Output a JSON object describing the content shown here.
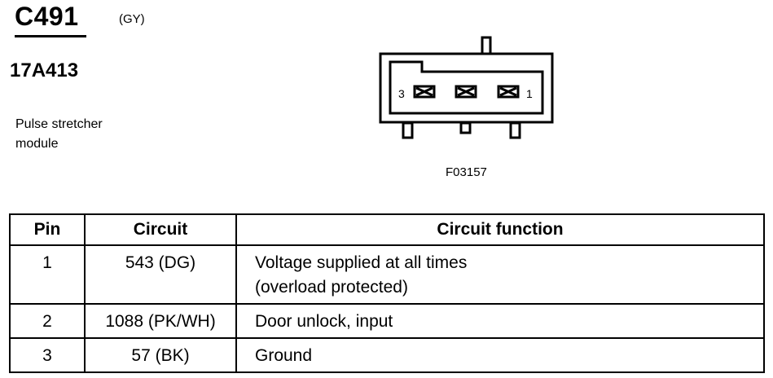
{
  "connector": {
    "id": "C491",
    "color_code": "(GY)",
    "part_number": "17A413",
    "component_name_lines": [
      "Pulse stretcher",
      "module"
    ]
  },
  "diagram": {
    "pin_label_left": "3",
    "pin_label_right": "1",
    "figure_code": "F03157"
  },
  "table": {
    "headers": {
      "pin": "Pin",
      "circuit": "Circuit",
      "function": "Circuit function"
    },
    "rows": [
      {
        "pin": "1",
        "circuit": "543 (DG)",
        "function_lines": [
          "Voltage supplied at all times",
          "(overload protected)"
        ]
      },
      {
        "pin": "2",
        "circuit": "1088 (PK/WH)",
        "function_lines": [
          "Door unlock, input"
        ]
      },
      {
        "pin": "3",
        "circuit": "57 (BK)",
        "function_lines": [
          "Ground"
        ]
      }
    ]
  }
}
